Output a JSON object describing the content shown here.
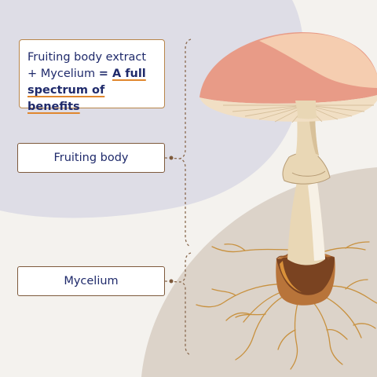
{
  "callout": {
    "line1": "Fruiting body extract",
    "line2_plain": "+ Mycelium ",
    "line2_bold": "= ",
    "line2_bold_underlined": "A full",
    "line3_bold_underlined": "spectrum of benefits"
  },
  "labels": {
    "fruiting_body": "Fruiting body",
    "mycelium": "Mycelium"
  },
  "colors": {
    "text": "#1f2a6b",
    "cap_top": "#e89b87",
    "cap_highlight": "#f5cdb0",
    "stem": "#e9d7b5",
    "volva": "#b8743a",
    "roots": "#c8913f",
    "bracket": "#8a6a4f",
    "ground": "#dcd3c9",
    "sky_blob": "#dedde6"
  }
}
